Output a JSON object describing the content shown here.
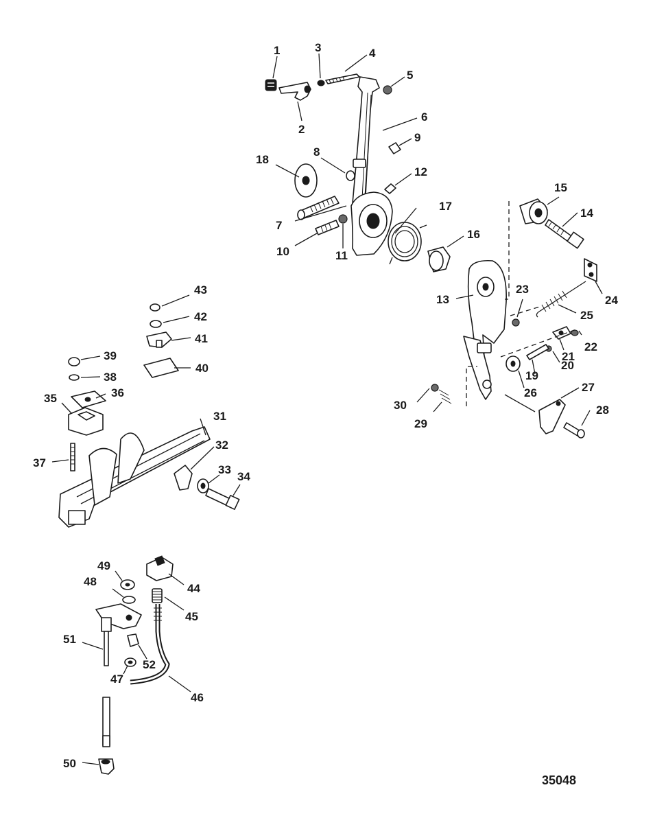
{
  "drawing_number": "35048",
  "callouts": [
    "1",
    "2",
    "3",
    "4",
    "5",
    "6",
    "7",
    "8",
    "9",
    "10",
    "11",
    "12",
    "13",
    "14",
    "15",
    "16",
    "17",
    "18",
    "19",
    "20",
    "21",
    "22",
    "23",
    "24",
    "25",
    "26",
    "27",
    "28",
    "29",
    "30",
    "31",
    "32",
    "33",
    "34",
    "35",
    "36",
    "37",
    "38",
    "39",
    "40",
    "41",
    "42",
    "43",
    "44",
    "45",
    "46",
    "47",
    "48",
    "49",
    "50",
    "51",
    "52"
  ],
  "colors": {
    "ink": "#1a1a1a",
    "paper": "#ffffff",
    "shade": "#6a6a6a"
  }
}
